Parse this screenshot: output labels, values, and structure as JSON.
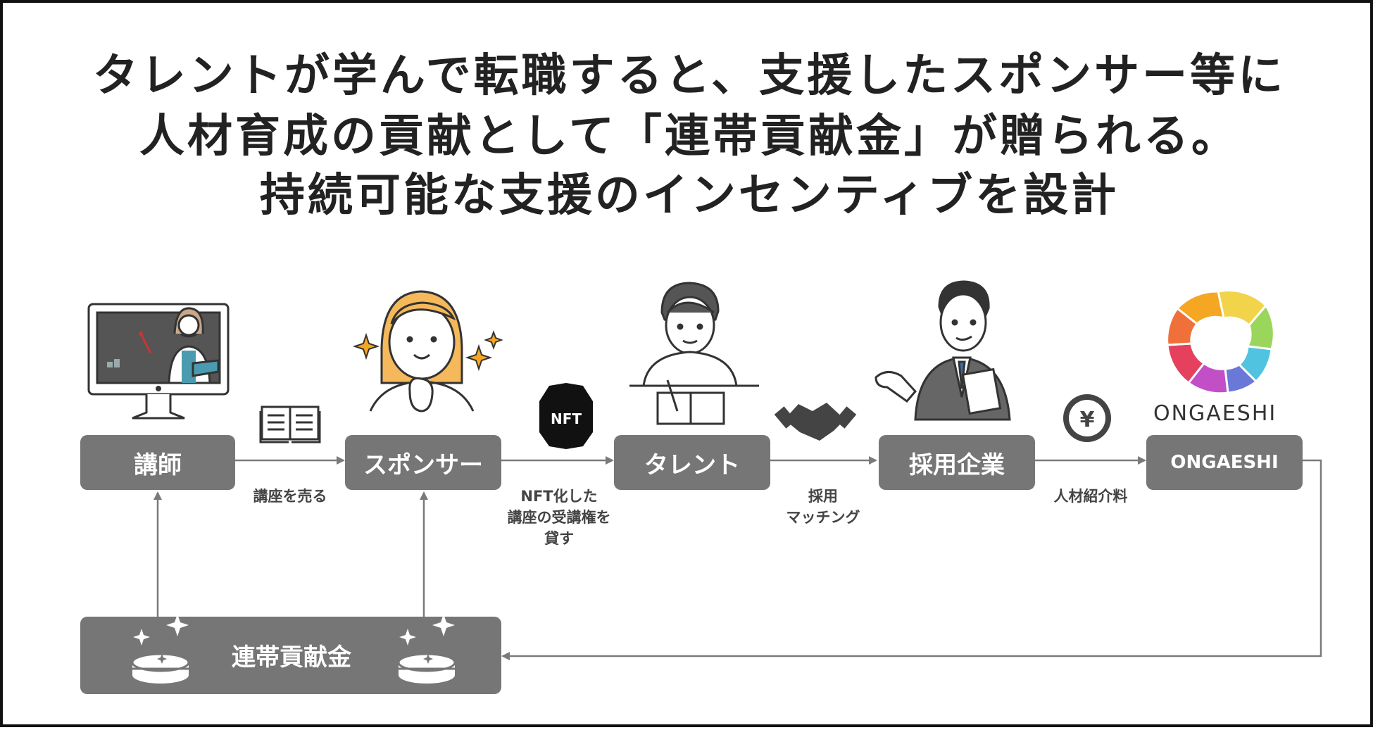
{
  "headline": {
    "line1": "タレントが学んで転職すると、支援したスポンサー等に",
    "line2": "人材育成の貢献として「連帯貢献金」が贈られる。",
    "line3": "持続可能な支援のインセンティブを設計"
  },
  "nodes": {
    "instructor": "講師",
    "sponsor": "スポンサー",
    "talent": "タレント",
    "employer": "採用企業",
    "ongaeshi": "ONGAESHI",
    "solidarity": "連帯貢献金"
  },
  "edge_labels": {
    "sell_course": "講座を売る",
    "lend_rights": "NFT化した\n講座の受講権を\n貸す",
    "matching": "採用\nマッチング",
    "referral_fee": "人材紹介料"
  },
  "icons": {
    "nft_badge_text": "NFT",
    "yen_symbol": "¥",
    "logo_text": "ONGAESHI"
  },
  "colors": {
    "node_fill": "#767676",
    "arrow": "#7a7a7a",
    "text": "#222222"
  }
}
